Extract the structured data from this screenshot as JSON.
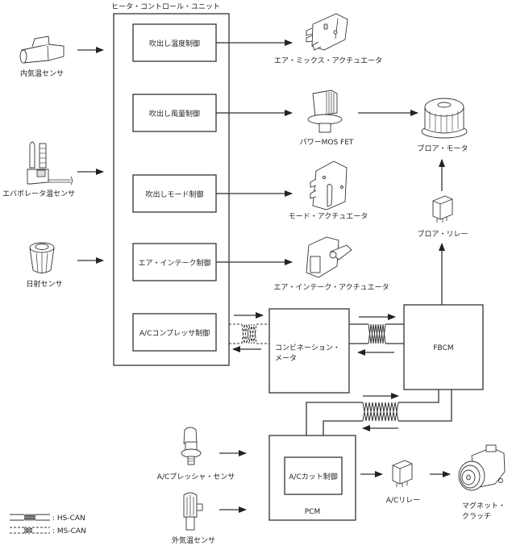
{
  "title": "ヒータ・コントロール・ユニット",
  "heater_unit": {
    "label": "ヒータ・コントロール・ユニット",
    "controls": [
      {
        "id": "temp",
        "label": "吹出し温度制御"
      },
      {
        "id": "airflow",
        "label": "吹出し風量制御"
      },
      {
        "id": "mode",
        "label": "吹出しモード制御"
      },
      {
        "id": "intake",
        "label": "エア・インテーク制御"
      },
      {
        "id": "ac",
        "label": "A/Cコンプレッサ制御"
      }
    ]
  },
  "input_sensors": [
    {
      "id": "in-car-temp",
      "label": "内気温センサ",
      "icon": "in-car-temp-sensor-icon"
    },
    {
      "id": "evap-temp",
      "label": "エバポレータ温センサ",
      "icon": "evaporator-temp-sensor-icon"
    },
    {
      "id": "solar",
      "label": "日射センサ",
      "icon": "solar-sensor-icon"
    }
  ],
  "actuators": [
    {
      "id": "air-mix",
      "label": "エア・ミックス・アクチュエータ",
      "icon": "air-mix-actuator-icon"
    },
    {
      "id": "power-mosfet",
      "label": "パワーMOS FET",
      "icon": "power-mosfet-icon"
    },
    {
      "id": "mode-act",
      "label": "モード・アクチュエータ",
      "icon": "mode-actuator-icon"
    },
    {
      "id": "intake-act",
      "label": "エア・インテーク・アクチュエータ",
      "icon": "air-intake-actuator-icon"
    }
  ],
  "blower_motor": {
    "label": "ブロア・モータ"
  },
  "blower_relay": {
    "label": "ブロア・リレー"
  },
  "combination_meter": {
    "label_line1": "コンビネーション・",
    "label_line2": "メータ"
  },
  "fbcm": {
    "label": "FBCM"
  },
  "pcm": {
    "label": "PCM",
    "inner_label": "A/Cカット制御"
  },
  "pcm_sensors": [
    {
      "id": "ac-pressure",
      "label": "A/Cプレッシャ・センサ"
    },
    {
      "id": "ambient-temp",
      "label": "外気温センサ"
    }
  ],
  "ac_relay": {
    "label": "A/Cリレー"
  },
  "magnet_clutch": {
    "label_line1": "マグネット・",
    "label_line2": "クラッチ"
  },
  "legend": [
    {
      "type": "solid",
      "label": ": HS-CAN"
    },
    {
      "type": "dashed",
      "label": ": MS-CAN"
    }
  ]
}
